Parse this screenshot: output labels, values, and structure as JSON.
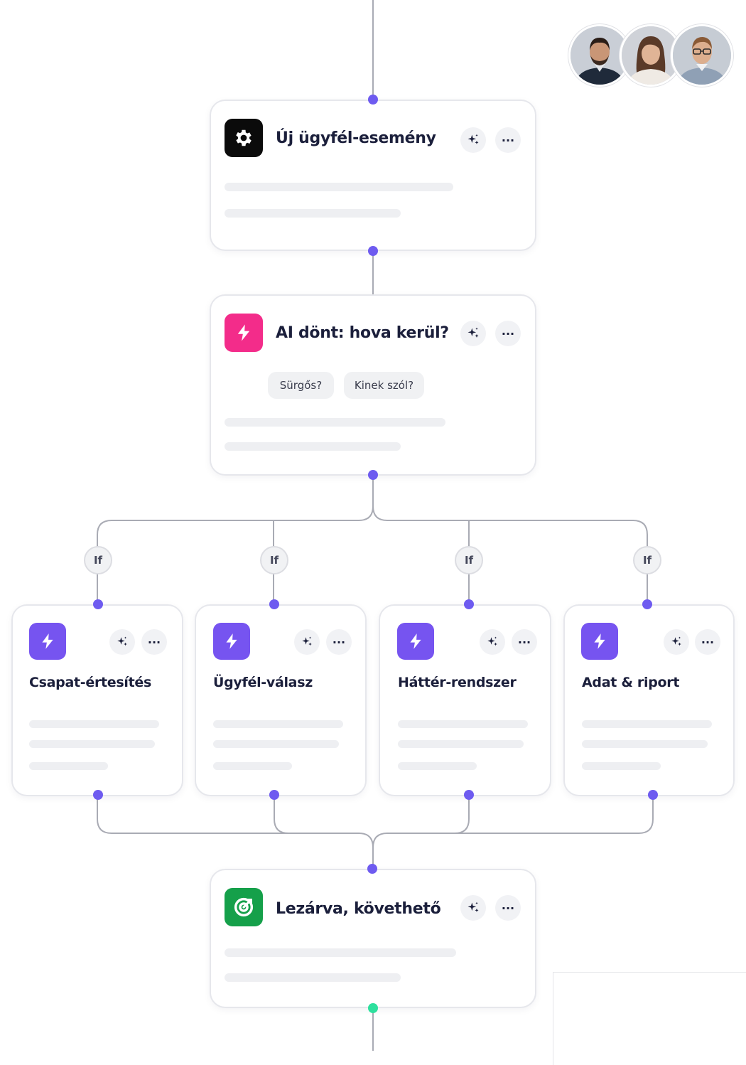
{
  "colors": {
    "connector": "#6e5bf0",
    "end_connector": "#2ee09e",
    "trigger_icon_bg": "#0b0b0b",
    "ai_icon_bg": "#f32c8a",
    "branch_icon_bg": "#7654f0",
    "final_icon_bg": "#15a04a"
  },
  "nodes": {
    "trigger": {
      "title": "Új ügyfél-esemény",
      "icon": "gear-icon"
    },
    "ai_decision": {
      "title": "AI dönt: hova kerül?",
      "icon": "bolt-icon",
      "chips": [
        "Sürgős?",
        "Kinek szól?"
      ]
    },
    "branches": [
      {
        "title": "Csapat-értesítés",
        "icon": "bolt-icon",
        "condition": "If"
      },
      {
        "title": "Ügyfél-válasz",
        "icon": "bolt-icon",
        "condition": "If"
      },
      {
        "title": "Háttér-rendszer",
        "icon": "bolt-icon",
        "condition": "If"
      },
      {
        "title": "Adat & riport",
        "icon": "bolt-icon",
        "condition": "If"
      }
    ],
    "final": {
      "title": "Lezárva, követhető",
      "icon": "target-icon"
    }
  },
  "card_actions": {
    "ai_icon": "sparkle-icon",
    "more_label": "···"
  },
  "avatars": [
    {
      "icon": "avatar-man-beard"
    },
    {
      "icon": "avatar-woman"
    },
    {
      "icon": "avatar-man-glasses"
    }
  ]
}
